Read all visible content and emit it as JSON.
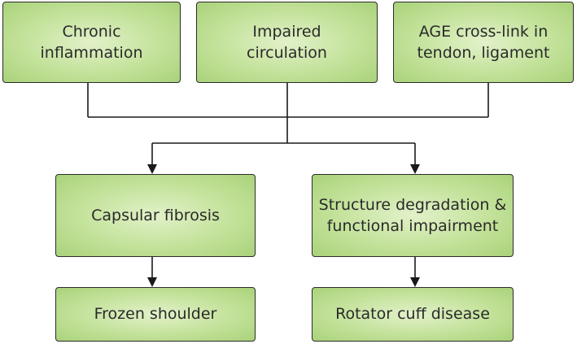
{
  "nodes": {
    "chronic": "Chronic\ninflammation",
    "impaired": "Impaired\ncirculation",
    "age": "AGE cross-link in\ntendon, ligament",
    "capsular": "Capsular fibrosis",
    "structure": "Structure degradation &\nfunctional impairment",
    "frozen": "Frozen shoulder",
    "rotator": "Rotator cuff disease"
  },
  "edges": [
    {
      "from": [
        "chronic",
        "impaired",
        "age"
      ],
      "to": [
        "capsular",
        "structure"
      ]
    },
    {
      "from": [
        "capsular"
      ],
      "to": [
        "frozen"
      ]
    },
    {
      "from": [
        "structure"
      ],
      "to": [
        "rotator"
      ]
    }
  ],
  "colors": {
    "box_fill_center": "#e2f1c9",
    "box_fill_edge": "#a9d27a",
    "border": "#2b2b2b",
    "connector": "#1a1a1a"
  }
}
